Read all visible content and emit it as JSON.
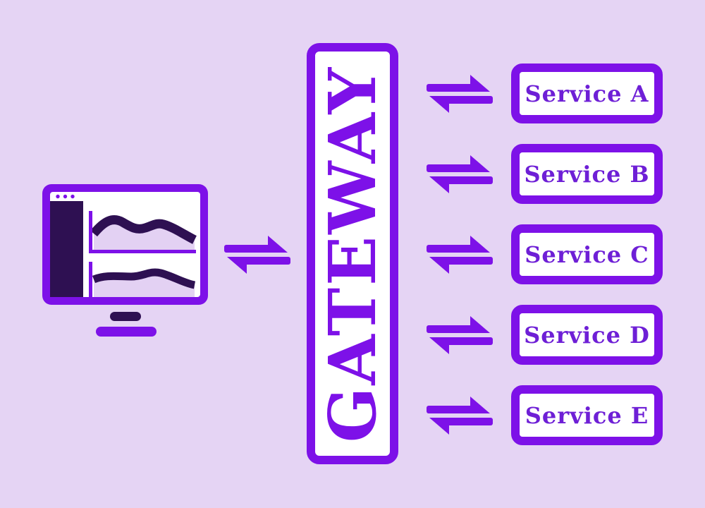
{
  "page": {
    "title": "API Gateway architecture diagram"
  },
  "colors": {
    "background": "#e5d4f4",
    "accent_purple": "#7d11e8",
    "dark_purple": "#2e1052",
    "service_text": "#6e1fd6",
    "panel_white": "#ffffff",
    "chart_fill": "#e3d1f3"
  },
  "client": {
    "icon": "monitor-analytics-icon"
  },
  "arrows": {
    "icon": "swap-arrows-icon"
  },
  "gateway": {
    "label": "GATEWAY"
  },
  "services": [
    {
      "label": "Service A"
    },
    {
      "label": "Service B"
    },
    {
      "label": "Service C"
    },
    {
      "label": "Service D"
    },
    {
      "label": "Service E"
    }
  ]
}
